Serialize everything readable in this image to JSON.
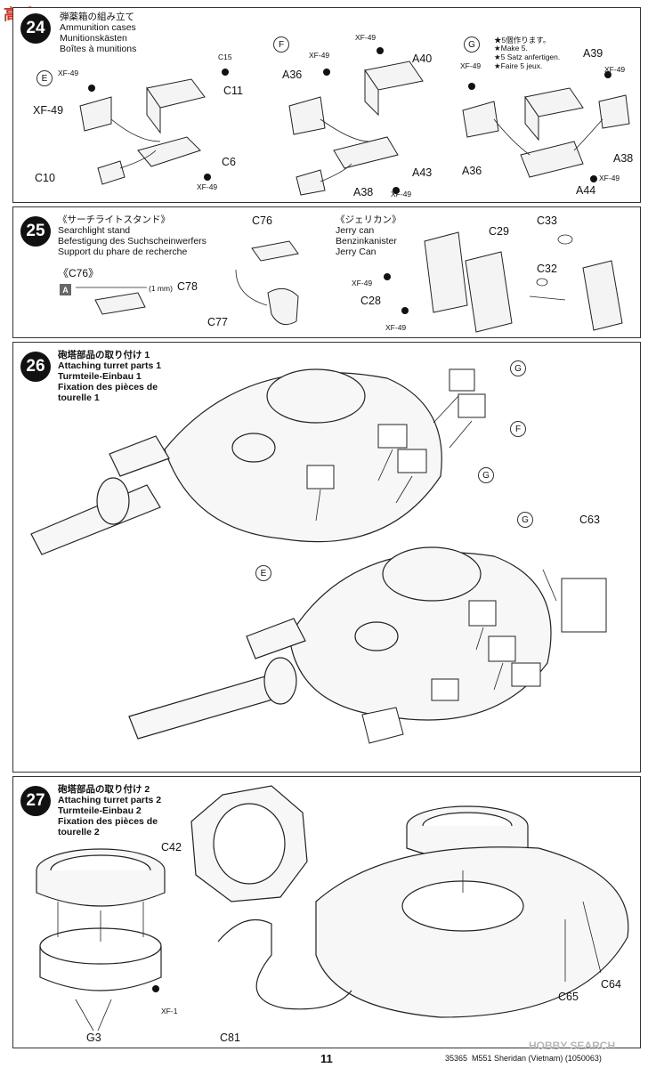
{
  "header": {
    "logo_text": "高手网",
    "watermark": "HOBBY SEARCH"
  },
  "step24": {
    "number": "24",
    "title_lines": [
      "弾薬箱の組み立て",
      "Ammunition cases",
      "Munitionskästen",
      "Boîtes à munitions"
    ],
    "sub_e": {
      "tag": "E",
      "labels": [
        "XF-49",
        "C15",
        "C11",
        "XF-49",
        "C6",
        "C10",
        "XF-49"
      ]
    },
    "sub_f": {
      "tag": "F",
      "labels": [
        "XF-49",
        "XF-49",
        "A40",
        "A36",
        "A43",
        "A38",
        "XF-49"
      ]
    },
    "sub_g": {
      "tag": "G",
      "notes": [
        "★5個作ります。",
        "★Make 5.",
        "★5 Satz anfertigen.",
        "★Faire 5 jeux."
      ],
      "labels": [
        "XF-49",
        "A39",
        "XF-49",
        "A36",
        "A38",
        "XF-49",
        "A44"
      ]
    }
  },
  "step25": {
    "number": "25",
    "left_title_lines": [
      "《サーチライトスタンド》",
      "Searchlight stand",
      "Befestigung des Suchscheinwerfers",
      "Support du phare de recherche"
    ],
    "c76_heading": "《C76》",
    "a_tag": "A",
    "a_note": "(1 mm)",
    "left_labels": [
      "C76",
      "C78",
      "C77"
    ],
    "right_title_lines": [
      "《ジェリカン》",
      "Jerry can",
      "Benzinkanister",
      "Jerry Can"
    ],
    "right_labels": [
      "C29",
      "XF-49",
      "C28",
      "XF-49",
      "C33",
      "C32"
    ]
  },
  "step26": {
    "number": "26",
    "title_lines": [
      "砲塔部品の取り付け 1",
      "Attaching turret parts 1",
      "Turmteile-Einbau 1",
      "Fixation des pièces de",
      "tourelle 1"
    ],
    "tags": [
      "G",
      "F",
      "G",
      "E",
      "G"
    ],
    "labels": [
      "C63"
    ]
  },
  "step27": {
    "number": "27",
    "title_lines": [
      "砲塔部品の取り付け 2",
      "Attaching turret parts 2",
      "Turmteile-Einbau 2",
      "Fixation des pièces de",
      "tourelle 2"
    ],
    "labels": [
      "C42",
      "XF-1",
      "G3",
      "C81",
      "C65",
      "C64"
    ]
  },
  "footer": {
    "page_number": "11",
    "product_code": "35365",
    "product_name": "M551 Sheridan (Vietnam) (1050063)"
  }
}
